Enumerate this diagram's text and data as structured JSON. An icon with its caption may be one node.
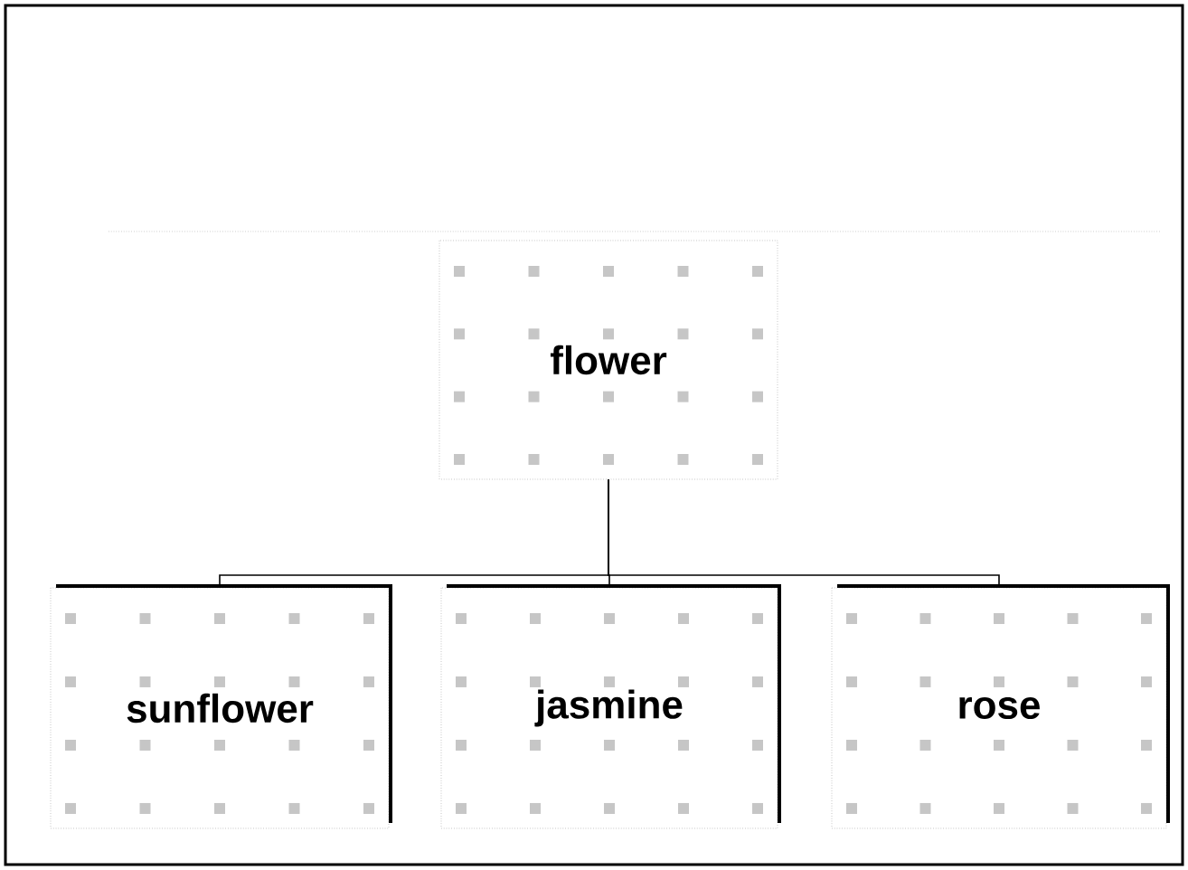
{
  "diagram": {
    "nodes": [
      {
        "text": [
          "flower"
        ]
      },
      {
        "text": [
          "sunflower"
        ]
      },
      {
        "text": [
          "jasmine"
        ]
      },
      {
        "text": [
          "rose"
        ]
      }
    ],
    "edges": [
      {
        "from": 0,
        "to": 1,
        "arrow": "none"
      },
      {
        "from": 0,
        "to": 2,
        "arrow": "none"
      },
      {
        "from": 0,
        "to": 3,
        "arrow": "none"
      }
    ]
  }
}
